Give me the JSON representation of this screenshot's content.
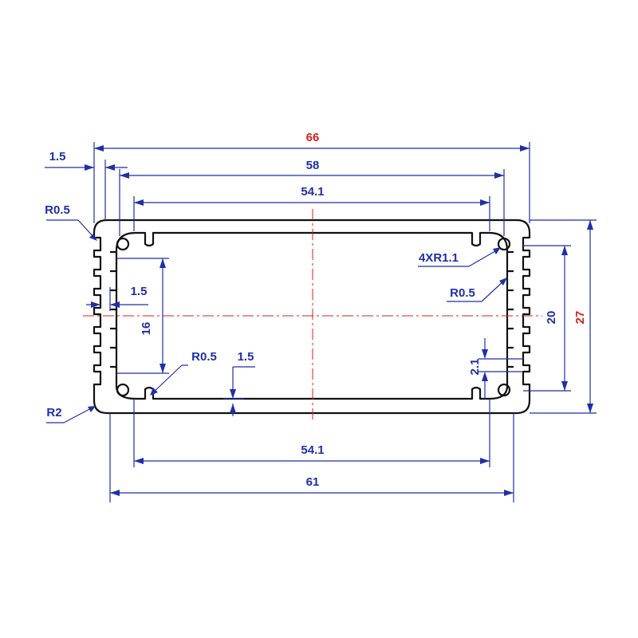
{
  "drawing": {
    "colors": {
      "outline": "#111111",
      "dimension": "#1f2fa8",
      "highlight": "#d42020",
      "centerline": "#d42020"
    },
    "labels": {
      "overall_width": "66",
      "wall_thickness": "1.5",
      "slot_width": "58",
      "inner_width_top": "54.1",
      "corner_fillet_top": "R0.5",
      "hole_radius": "4XR1.1",
      "corner_fillet_right": "R0.5",
      "inner_height": "20",
      "overall_height": "27",
      "fin_wall": "1.5",
      "inner_height_left": "16",
      "corner_fillet_bottom": "R0.5",
      "bottom_wall": "1.5",
      "hole_pitch": "2.1",
      "outer_radius": "R2",
      "inner_width_bottom": "54.1",
      "base_width": "61"
    }
  }
}
